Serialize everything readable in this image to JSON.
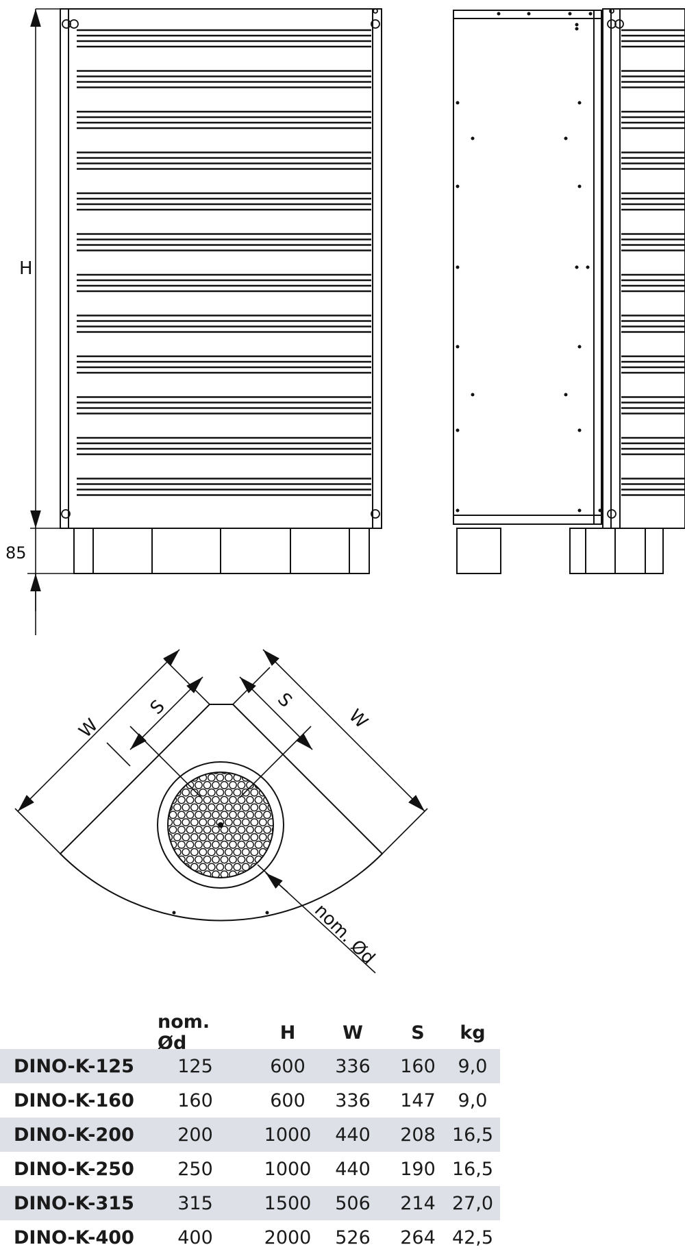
{
  "dimensions": {
    "height_label": "H",
    "base_label": "85",
    "width_label": "W",
    "spacing_label": "S",
    "diameter_label": "nom. Ød"
  },
  "table": {
    "headers": [
      "nom. Ød",
      "H",
      "W",
      "S",
      "kg"
    ],
    "rows": [
      {
        "model": "DINO-K-125",
        "d": "125",
        "h": "600",
        "w": "336",
        "s": "160",
        "kg": "9,0"
      },
      {
        "model": "DINO-K-160",
        "d": "160",
        "h": "600",
        "w": "336",
        "s": "147",
        "kg": "9,0"
      },
      {
        "model": "DINO-K-200",
        "d": "200",
        "h": "1000",
        "w": "440",
        "s": "208",
        "kg": "16,5"
      },
      {
        "model": "DINO-K-250",
        "d": "250",
        "h": "1000",
        "w": "440",
        "s": "190",
        "kg": "16,5"
      },
      {
        "model": "DINO-K-315",
        "d": "315",
        "h": "1500",
        "w": "506",
        "s": "214",
        "kg": "27,0"
      },
      {
        "model": "DINO-K-400",
        "d": "400",
        "h": "2000",
        "w": "526",
        "s": "264",
        "kg": "42,5"
      }
    ]
  },
  "colors": {
    "line": "#111111",
    "row_shade": "#dde0e7"
  }
}
